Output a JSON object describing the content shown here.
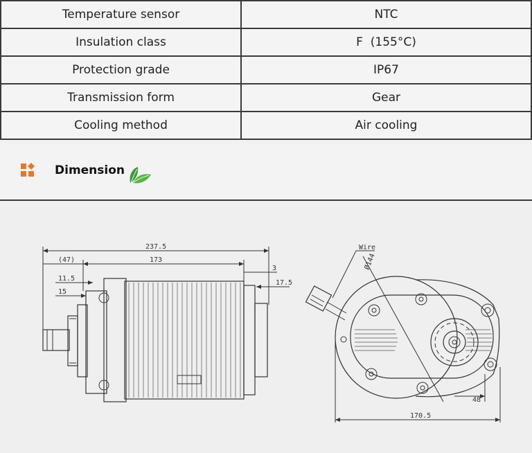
{
  "specs": [
    {
      "label": "Temperature sensor",
      "value": "NTC"
    },
    {
      "label": "Insulation class",
      "value": "F  (155°C)"
    },
    {
      "label": "Protection grade",
      "value": "IP67"
    },
    {
      "label": "Transmission form",
      "value": "Gear"
    },
    {
      "label": "Cooling method",
      "value": "Air cooling"
    }
  ],
  "dimension": {
    "title": "Dimension",
    "icon": "shapes-icon",
    "leaf_icon": "leaf-icon",
    "accent_color": "#e07a2e",
    "leaf_color": "#3f9a3a"
  },
  "drawing": {
    "side_view": {
      "overall_length": "237.5",
      "shaft_extension": "(47)",
      "body_length": "173",
      "rear_gap": "3",
      "rear_boss": "17.5",
      "flange_a": "11.5",
      "flange_b": "15"
    },
    "front_view": {
      "wire_label": "Wire",
      "diameter": "Ø144",
      "offset": "48",
      "width": "170.5"
    }
  }
}
